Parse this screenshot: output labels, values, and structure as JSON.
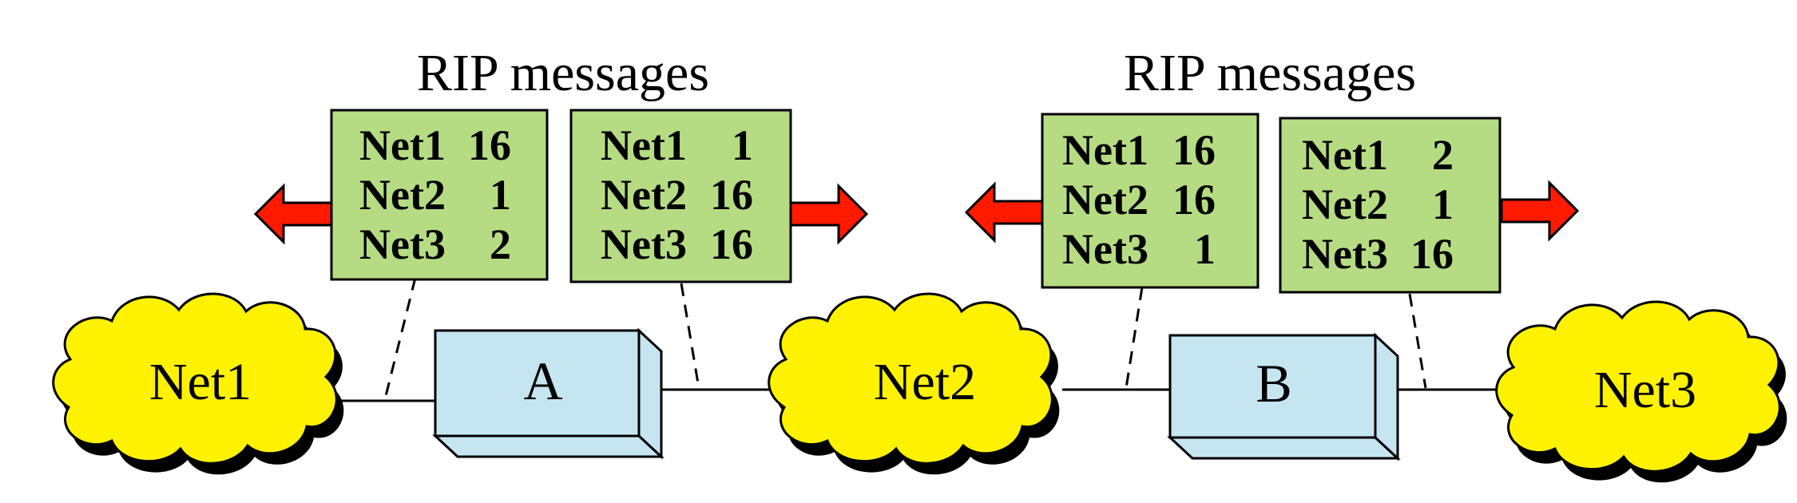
{
  "captions": [
    "RIP messages",
    "RIP messages"
  ],
  "routers": [
    "A",
    "B"
  ],
  "networks": [
    "Net1",
    "Net2",
    "Net3"
  ],
  "messages": [
    {
      "entries": [
        {
          "net": "Net1",
          "hops": "16"
        },
        {
          "net": "Net2",
          "hops": "1"
        },
        {
          "net": "Net3",
          "hops": "2"
        }
      ]
    },
    {
      "entries": [
        {
          "net": "Net1",
          "hops": "1"
        },
        {
          "net": "Net2",
          "hops": "16"
        },
        {
          "net": "Net3",
          "hops": "16"
        }
      ]
    },
    {
      "entries": [
        {
          "net": "Net1",
          "hops": "16"
        },
        {
          "net": "Net2",
          "hops": "16"
        },
        {
          "net": "Net3",
          "hops": "1"
        }
      ]
    },
    {
      "entries": [
        {
          "net": "Net1",
          "hops": "2"
        },
        {
          "net": "Net2",
          "hops": "1"
        },
        {
          "net": "Net3",
          "hops": "16"
        }
      ]
    }
  ],
  "colors": {
    "message_fill": "#b5dc82",
    "router_fill": "#c5e6f0",
    "cloud_fill": "#fff200",
    "arrow_fill": "#ff1a00"
  }
}
